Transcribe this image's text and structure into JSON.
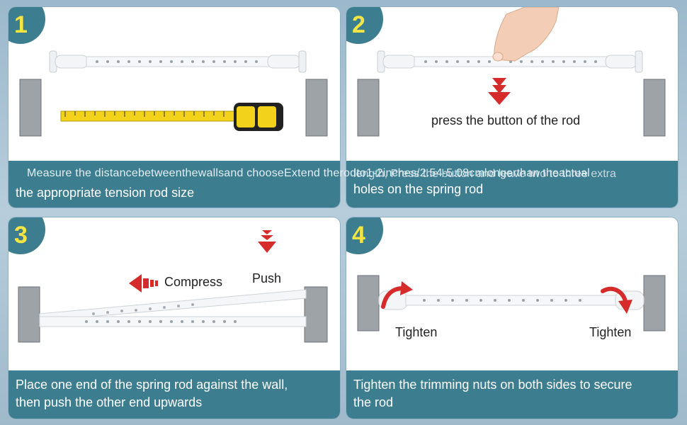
{
  "steps": [
    {
      "number": "1",
      "caption_overlay": "Measure the distancebetweenthewallsand chooseExtend therodto1-2inches/2.54-5.08cmlongerthan theactual",
      "caption": "the appropriate tension rod size"
    },
    {
      "number": "2",
      "label": "press the button of the rod",
      "caption_garbled": "length, Press the button and leave two to three extra",
      "caption": "holes on the spring rod"
    },
    {
      "number": "3",
      "label_compress": "Compress",
      "label_push": "Push",
      "caption_line1": "Place one end of the spring rod against the wall,",
      "caption_line2": "then push the other end upwards"
    },
    {
      "number": "4",
      "label_left": "Tighten",
      "label_right": "Tighten",
      "caption_line1": "Tighten the trimming nuts on both sides to secure",
      "caption_line2": "the rod"
    }
  ],
  "colors": {
    "teal": "#3c7d8f",
    "badge_text": "#f4e542",
    "arrow_red": "#d62b2b",
    "tape_yellow": "#f2d21a"
  }
}
